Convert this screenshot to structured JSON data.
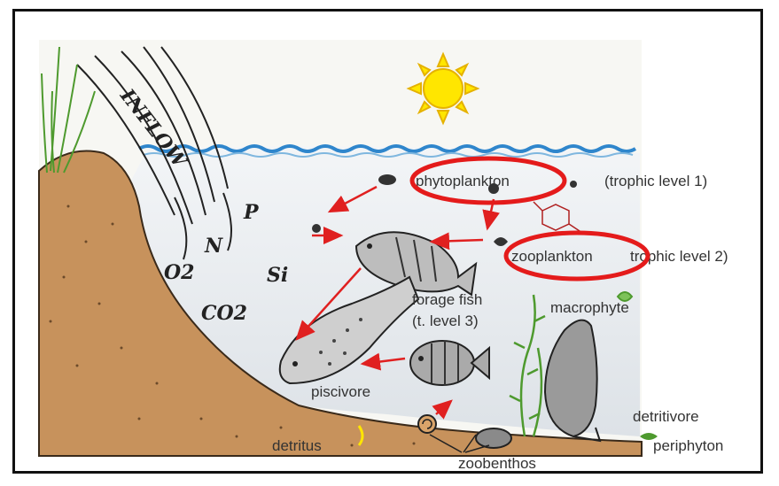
{
  "labels": {
    "inflow": "INFLOW",
    "phosphorus": "P",
    "nitrogen": "N",
    "oxygen": "O2",
    "silicon": "Si",
    "carbon_dioxide": "CO2",
    "phytoplankton": "phytoplankton",
    "trophic_level_1": "(trophic level 1)",
    "zooplankton": "zooplankton",
    "trophic_level_2": "trophic level 2)",
    "forage_fish": "forage fish",
    "t_level_3": "(t. level 3)",
    "macrophyte": "macrophyte",
    "piscivore": "piscivore",
    "detritivore": "detritivore",
    "detritus": "detritus",
    "periphyton": "periphyton",
    "zoobenthos": "zoobenthos"
  },
  "colors": {
    "highlight": "#e41b1b",
    "arrow": "#e02020",
    "water": "#e6eaee",
    "water_surface": "#2f86cc",
    "sediment": "#c7925c",
    "sun": "#ffe600",
    "plant": "#4e9a2e"
  },
  "icons": [
    "sun-icon",
    "fish-icon",
    "snail-icon",
    "clam-icon",
    "plankton-icon",
    "plant-icon"
  ]
}
